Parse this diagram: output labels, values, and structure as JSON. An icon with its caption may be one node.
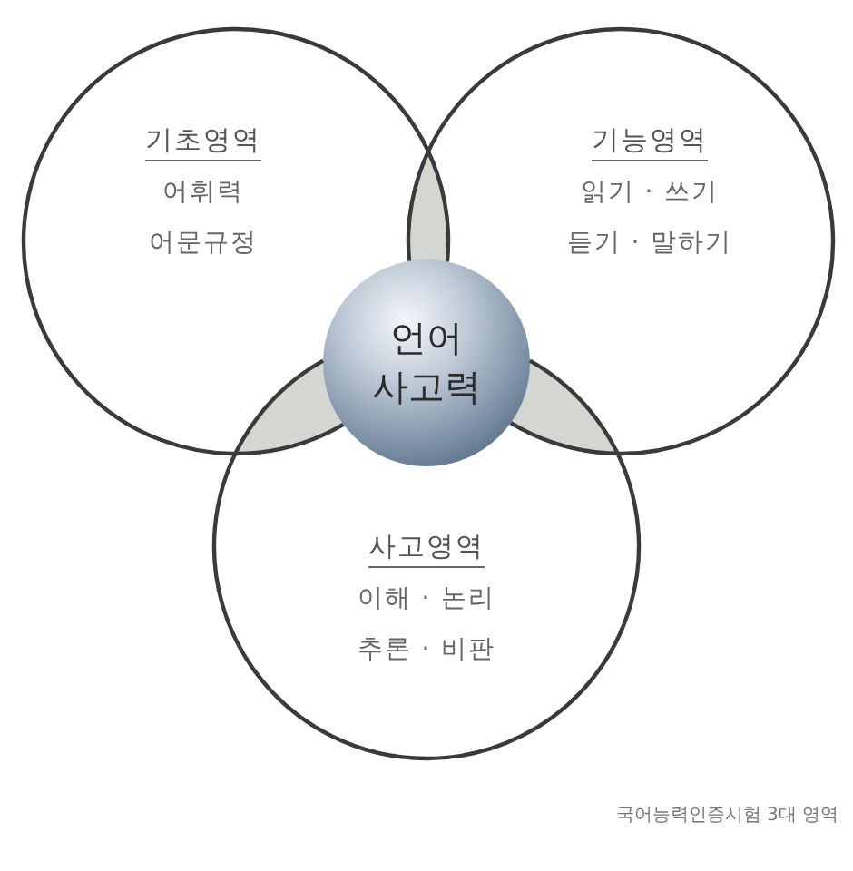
{
  "diagram": {
    "caption": "국어능력인증시험 3대 영역",
    "nodes": [
      {
        "text": [
          "기초영역",
          "어휘력",
          "어문규정"
        ]
      },
      {
        "text": [
          "기능영역",
          "읽기 · 쓰기",
          "듣기 · 말하기"
        ]
      },
      {
        "text": [
          "사고영역",
          "이해 · 논리",
          "추론 · 비판"
        ]
      },
      {
        "text": [
          "언어 사고력"
        ]
      }
    ]
  }
}
